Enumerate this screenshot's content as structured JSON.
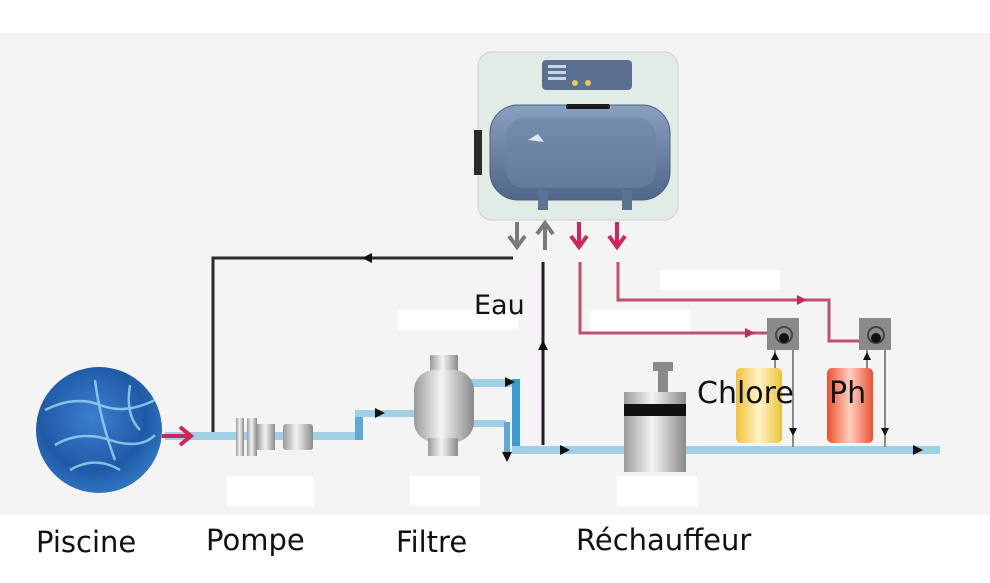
{
  "diagram": {
    "title": "Pool water treatment circuit",
    "labels": {
      "piscine": "Piscine",
      "pompe": "Pompe",
      "filtre": "Filtre",
      "rechauffeur": "Réchauffeur",
      "eau": "Eau",
      "chlore": "Chlore",
      "ph": "Ph"
    },
    "colors": {
      "water_pipe": "#9fd0e4",
      "water_pipe_dark": "#3b9ad0",
      "return_line": "#2a2a2a",
      "chemical_line": "#c0506e",
      "chemical_arrow": "#d0245a",
      "grey_arrow": "#7a7a7a",
      "pool": "#1f5aa6",
      "chlore_tank": "#f1c94a",
      "ph_tank": "#ec5c3c",
      "controller_body": "#6d84a8",
      "controller_panel": "#e6f0ea"
    },
    "controller_ports": [
      "out-grey",
      "in-grey",
      "out-chemical-1",
      "out-chemical-2"
    ]
  }
}
